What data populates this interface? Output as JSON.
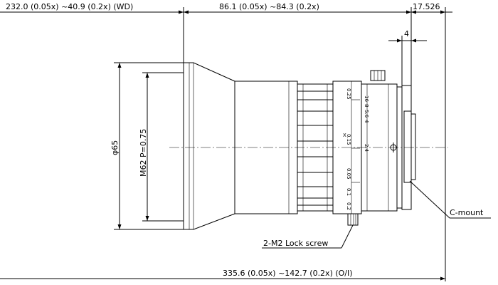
{
  "dimensions": {
    "wd": "232.0 (0.05x) ~40.9 (0.2x) (WD)",
    "length": "86.1 (0.05x) ~84.3 (0.2x)",
    "flange": "17.526",
    "small": "4",
    "diameter": "φ65",
    "thread": "M62 P=0.75",
    "oi": "335.6 (0.05x) ~142.7 (0.2x) (O/I)"
  },
  "callouts": {
    "lock_screw": "2-M2 Lock screw",
    "mount": "C-mount"
  },
  "focus_scale": [
    "0.05",
    "0.1",
    "0.15",
    "0.2",
    "0.25"
  ],
  "aperture_scale": [
    "16",
    "8",
    "5.6",
    "4",
    "2.4"
  ],
  "scale_mark": "X"
}
